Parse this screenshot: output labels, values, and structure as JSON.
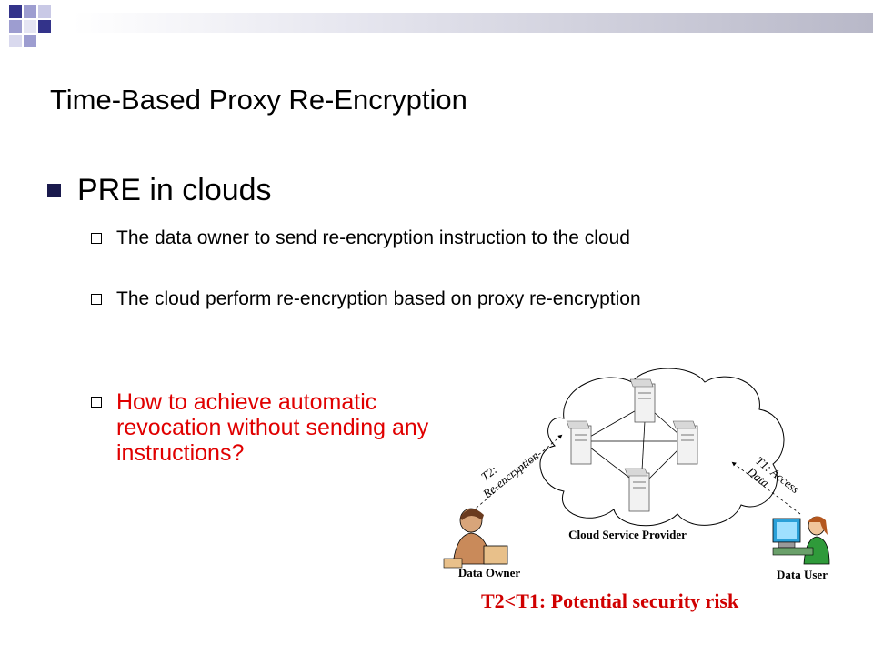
{
  "slide": {
    "title": "Time-Based Proxy Re-Encryption",
    "bullet": "PRE in clouds",
    "subbullets": [
      "The data owner to send re-encryption instruction to the cloud",
      "The cloud perform re-encryption based on proxy re-encryption"
    ],
    "question": "How to achieve automatic revocation without sending any instructions?"
  },
  "diagram": {
    "cloud_label": "Cloud Service Provider",
    "owner_label": "Data Owner",
    "user_label": "Data User",
    "t2_label": "T2:",
    "t2_action": "Re-encryption",
    "t1_label": "T1: Access",
    "t1_action": "Data",
    "caption": "T2<T1: Potential security risk"
  },
  "colors": {
    "accent_red": "#e00000",
    "bullet_navy": "#1a1a4d"
  }
}
